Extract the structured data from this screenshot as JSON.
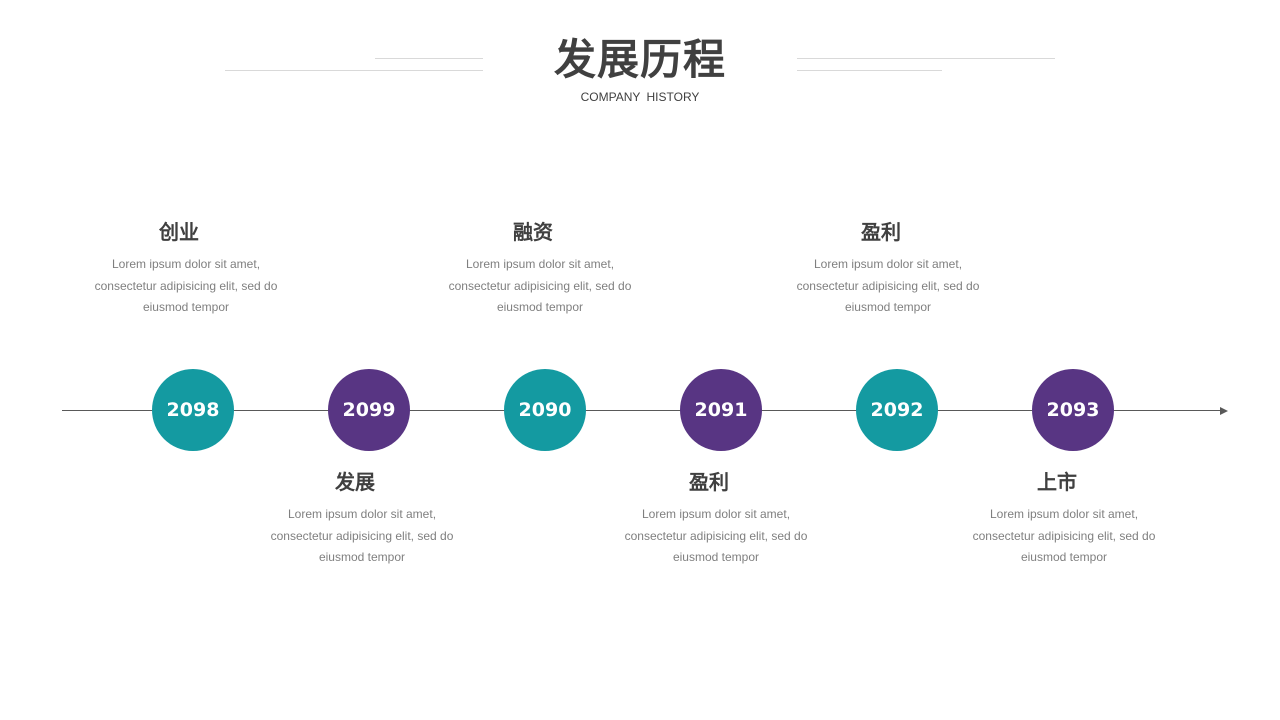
{
  "header": {
    "title": "发展历程",
    "subtitle": "COMPANY  HISTORY"
  },
  "colors": {
    "teal": "#149aa1",
    "purple": "#583583",
    "text_dark": "#404040",
    "text_light": "#7f7f7f",
    "axis": "#595959"
  },
  "timeline": {
    "nodes": [
      {
        "year": "2098",
        "color": "teal"
      },
      {
        "year": "2099",
        "color": "purple"
      },
      {
        "year": "2090",
        "color": "teal"
      },
      {
        "year": "2091",
        "color": "purple"
      },
      {
        "year": "2092",
        "color": "teal"
      },
      {
        "year": "2093",
        "color": "purple"
      }
    ],
    "events": [
      {
        "title": "创业",
        "line1": "Lorem ipsum dolor sit amet,",
        "line2": "consectetur adipisicing elit, sed do",
        "line3": "eiusmod tempor"
      },
      {
        "title": "发展",
        "line1": "Lorem ipsum dolor sit amet,",
        "line2": "consectetur adipisicing elit, sed do",
        "line3": "eiusmod tempor"
      },
      {
        "title": "融资",
        "line1": "Lorem ipsum dolor sit amet,",
        "line2": "consectetur adipisicing elit, sed do",
        "line3": "eiusmod tempor"
      },
      {
        "title": "盈利",
        "line1": "Lorem ipsum dolor sit amet,",
        "line2": "consectetur adipisicing elit, sed do",
        "line3": "eiusmod tempor"
      },
      {
        "title": "盈利",
        "line1": "Lorem ipsum dolor sit amet,",
        "line2": "consectetur adipisicing elit, sed do",
        "line3": "eiusmod tempor"
      },
      {
        "title": "上市",
        "line1": "Lorem ipsum dolor sit amet,",
        "line2": "consectetur adipisicing elit, sed do",
        "line3": "eiusmod tempor"
      }
    ]
  }
}
